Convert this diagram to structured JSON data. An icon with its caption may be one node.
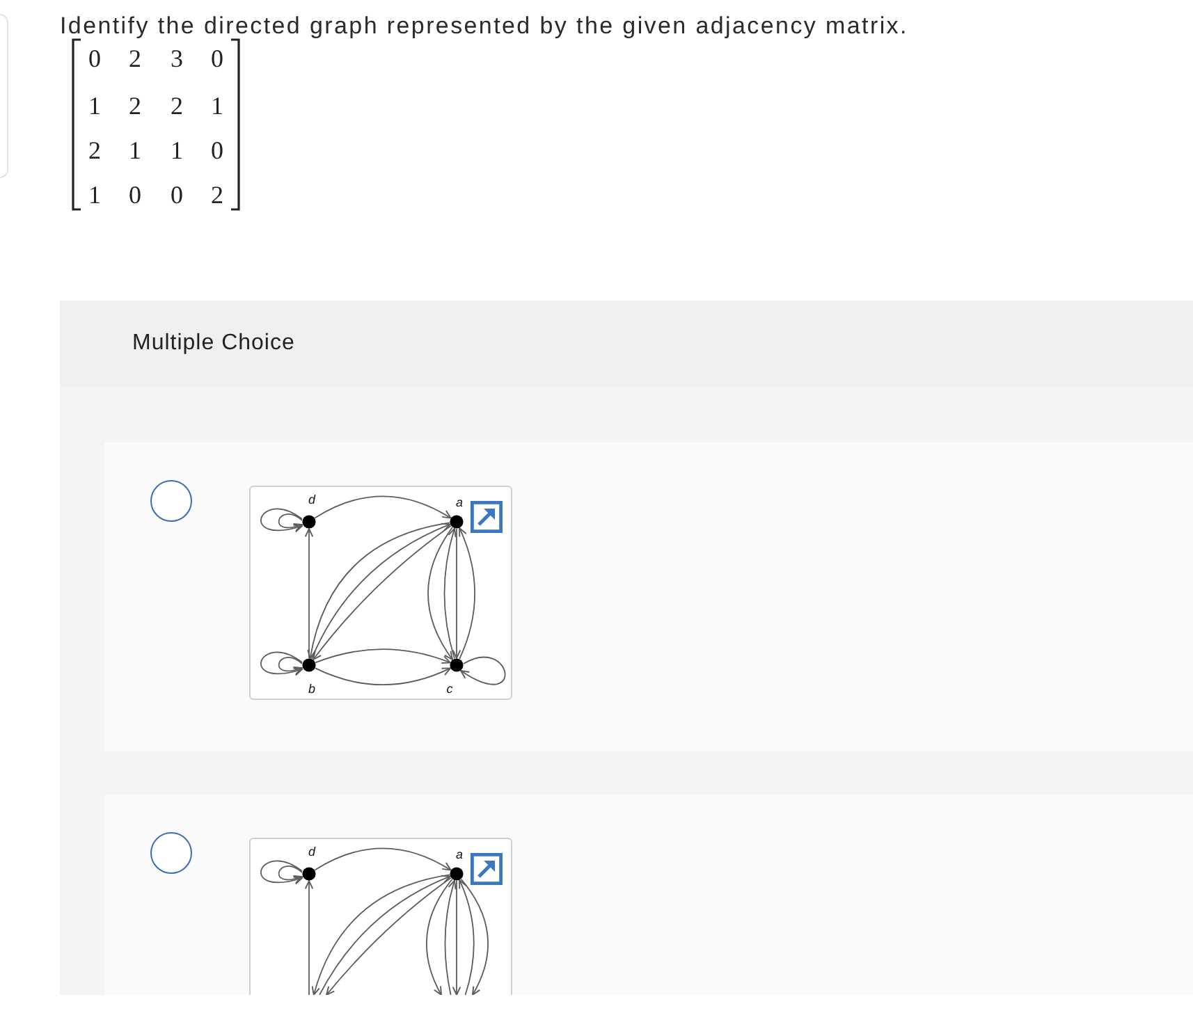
{
  "diagram": {
    "title": "Identify the directed graph represented by the given adjacency matrix.",
    "nodes": [
      {
        "text": [
          "d"
        ]
      },
      {
        "text": [
          "a"
        ]
      },
      {
        "text": [
          "b"
        ]
      },
      {
        "text": [
          "c"
        ]
      },
      {
        "text": [
          "d"
        ]
      },
      {
        "text": [
          "a"
        ]
      }
    ],
    "edges": [
      {
        "from": 0,
        "to": 0,
        "arrow": "to"
      },
      {
        "from": 0,
        "to": 0,
        "arrow": "to"
      },
      {
        "from": 0,
        "to": 1,
        "arrow": "to"
      },
      {
        "from": 2,
        "to": 0,
        "arrow": "to"
      },
      {
        "from": 1,
        "to": 2,
        "arrow": "to"
      },
      {
        "from": 2,
        "to": 1,
        "arrow": "to"
      },
      {
        "from": 1,
        "to": 2,
        "arrow": "to"
      },
      {
        "from": 1,
        "to": 3,
        "arrow": "to"
      },
      {
        "from": 3,
        "to": 1,
        "arrow": "to"
      },
      {
        "from": 1,
        "to": 3,
        "arrow": "to"
      },
      {
        "from": 3,
        "to": 1,
        "arrow": "to"
      },
      {
        "from": 2,
        "to": 2,
        "arrow": "to"
      },
      {
        "from": 2,
        "to": 2,
        "arrow": "to"
      },
      {
        "from": 2,
        "to": 3,
        "arrow": "to"
      },
      {
        "from": 2,
        "to": 3,
        "arrow": "to"
      },
      {
        "from": 3,
        "to": 3,
        "arrow": "to"
      },
      {
        "from": 4,
        "to": 4,
        "arrow": "to"
      },
      {
        "from": 4,
        "to": 4,
        "arrow": "to"
      },
      {
        "from": 4,
        "to": 5,
        "arrow": "to"
      },
      {
        "from": null,
        "to": 4,
        "arrow": "to"
      },
      {
        "from": 5,
        "to": null,
        "arrow": "to"
      },
      {
        "from": null,
        "to": 5,
        "arrow": "to"
      },
      {
        "from": 5,
        "to": null,
        "arrow": "to"
      },
      {
        "from": 5,
        "to": null,
        "arrow": "to"
      },
      {
        "from": null,
        "to": 5,
        "arrow": "to"
      },
      {
        "from": 5,
        "to": null,
        "arrow": "to"
      },
      {
        "from": null,
        "to": 5,
        "arrow": "to"
      },
      {
        "from": 5,
        "to": null,
        "arrow": "to"
      }
    ],
    "labels": [
      "0",
      "2",
      "3",
      "0",
      "1",
      "2",
      "2",
      "1",
      "2",
      "1",
      "1",
      "0",
      "1",
      "0",
      "0",
      "2",
      "Multiple Choice"
    ]
  }
}
